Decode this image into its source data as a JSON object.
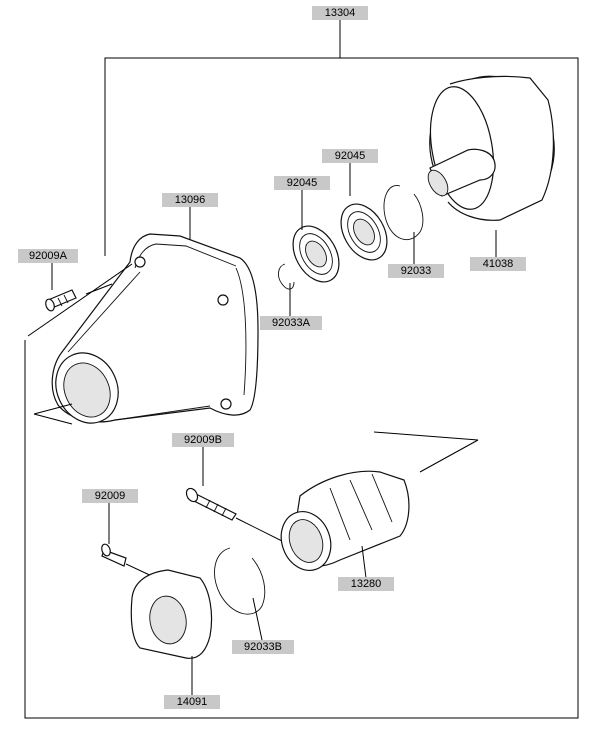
{
  "parts": {
    "assembly": "13304",
    "housing": "13096",
    "bolt_a": "92009A",
    "bearing_top": "92045",
    "bearing_lower": "92045",
    "snap_ring_a": "92033A",
    "snap_ring": "92033",
    "drum": "41038",
    "bolt_b": "92009B",
    "bolt": "92009",
    "shoe_holder": "13280",
    "snap_ring_b": "92033B",
    "cover": "14091"
  }
}
